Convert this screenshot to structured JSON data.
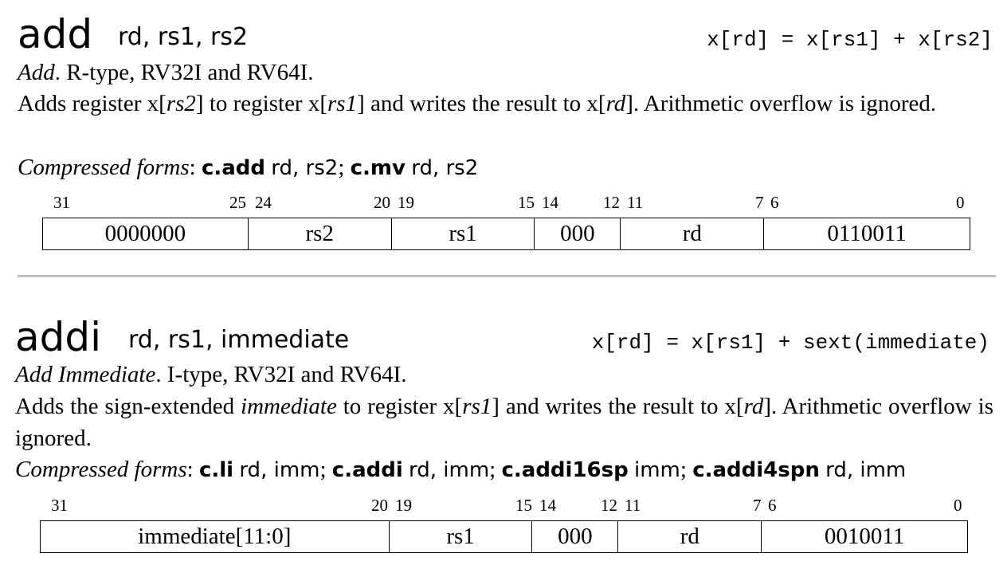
{
  "add": {
    "mnemonic": "add",
    "operands": "rd, rs1, rs2",
    "semantics": "x[rd] = x[rs1] + x[rs2]",
    "name": "Add",
    "type_text": ". R-type, RV32I and RV64I.",
    "desc": {
      "p1": "Adds register x[",
      "i1": "rs2",
      "p2": "] to register x[",
      "i2": "rs1",
      "p3": "] and writes the result to x[",
      "i3": "rd",
      "p4": "].  Arithmetic overflow is ignored."
    },
    "compressed_label": "Compressed forms",
    "compressed": [
      {
        "name": "c.add",
        "args": "rd, rs2",
        "sep": "; "
      },
      {
        "name": "c.mv",
        "args": "rd, rs2",
        "sep": ""
      }
    ],
    "bit_labels": [
      "31",
      "25",
      "24",
      "20",
      "19",
      "15",
      "14",
      "12",
      "11",
      "7",
      "6",
      "0"
    ],
    "fields": [
      "0000000",
      "rs2",
      "rs1",
      "000",
      "rd",
      "0110011"
    ]
  },
  "addi": {
    "mnemonic": "addi",
    "operands": "rd, rs1, immediate",
    "semantics": "x[rd] = x[rs1] + sext(immediate)",
    "name": "Add Immediate",
    "type_text": ". I-type, RV32I and RV64I.",
    "desc": {
      "p1": "Adds the sign-extended ",
      "i1": "immediate",
      "p2": " to register x[",
      "i2": "rs1",
      "p3": "] and writes the result to x[",
      "i3": "rd",
      "p4": "].  Arithmetic overflow is ignored."
    },
    "compressed_label": "Compressed forms",
    "compressed": [
      {
        "name": "c.li",
        "args": "rd, imm",
        "sep": "; "
      },
      {
        "name": "c.addi",
        "args": "rd, imm",
        "sep": "; "
      },
      {
        "name": "c.addi16sp",
        "args": "imm",
        "sep": "; "
      },
      {
        "name": "c.addi4spn",
        "args": "rd, imm",
        "sep": ""
      }
    ],
    "bit_labels": [
      "31",
      "20",
      "19",
      "15",
      "14",
      "12",
      "11",
      "7",
      "6",
      "0"
    ],
    "fields": [
      "immediate[11:0]",
      "rs1",
      "000",
      "rd",
      "0010011"
    ]
  }
}
